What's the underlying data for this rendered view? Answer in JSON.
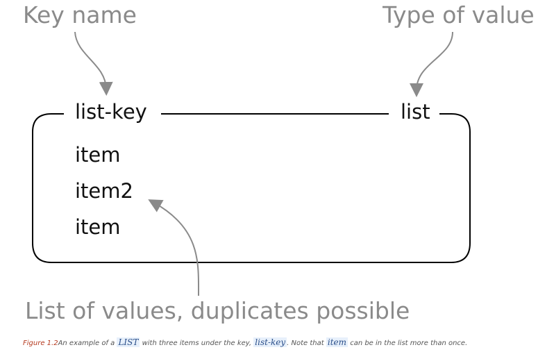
{
  "labels": {
    "key_name": "Key name",
    "type_of_value": "Type of value",
    "list_of_values": "List of values, duplicates possible"
  },
  "box": {
    "key": "list-key",
    "type": "list",
    "items": [
      "item",
      "item2",
      "item"
    ]
  },
  "caption": {
    "figure_label": "Figure 1.2",
    "text_a": "An example of a ",
    "list_word": "LIST",
    "text_b": " with three items under the key, ",
    "key_ref": "list-key",
    "text_c": ". Note that ",
    "item_ref": "item",
    "text_d": " can be in the list more than once."
  },
  "colors": {
    "annotation": "#8a8a8a",
    "box_stroke": "#000000",
    "figure_label": "#b53a1f"
  }
}
